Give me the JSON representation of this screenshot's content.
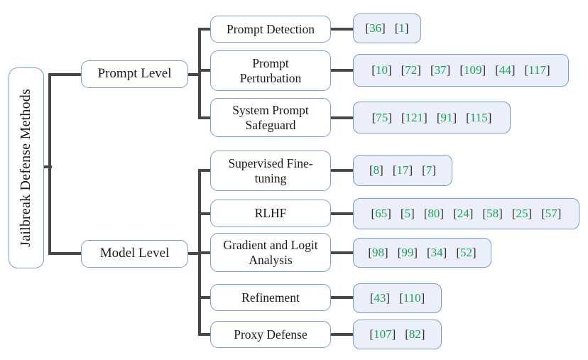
{
  "figure": {
    "title": "Jailbreak Defense Methods taxonomy"
  },
  "tree": {
    "root": "Jailbreak Defense Methods",
    "branches": [
      {
        "label": "Prompt Level",
        "children": [
          {
            "label": "Prompt Detection",
            "citations": [
              "36",
              "1"
            ]
          },
          {
            "label": "Prompt Perturbation",
            "citations": [
              "10",
              "72",
              "37",
              "109",
              "44",
              "117"
            ]
          },
          {
            "label": "System Prompt Safeguard",
            "citations": [
              "75",
              "121",
              "91",
              "115"
            ]
          }
        ]
      },
      {
        "label": "Model Level",
        "children": [
          {
            "label": "Supervised Fine-tuning",
            "citations": [
              "8",
              "17",
              "7"
            ]
          },
          {
            "label": "RLHF",
            "citations": [
              "65",
              "5",
              "80",
              "24",
              "58",
              "25",
              "57"
            ]
          },
          {
            "label": "Gradient and Logit Analysis",
            "citations": [
              "98",
              "99",
              "34",
              "52"
            ]
          },
          {
            "label": "Refinement",
            "citations": [
              "43",
              "110"
            ]
          },
          {
            "label": "Proxy Defense",
            "citations": [
              "107",
              "82"
            ]
          }
        ]
      }
    ]
  },
  "colors": {
    "box-border": "#7b9cd2",
    "leaf-fill": "#eaeff9",
    "node-fill": "#ffffff",
    "connector": "#474747",
    "cite-green": "#1fa24f",
    "text": "#1a1a1a"
  }
}
